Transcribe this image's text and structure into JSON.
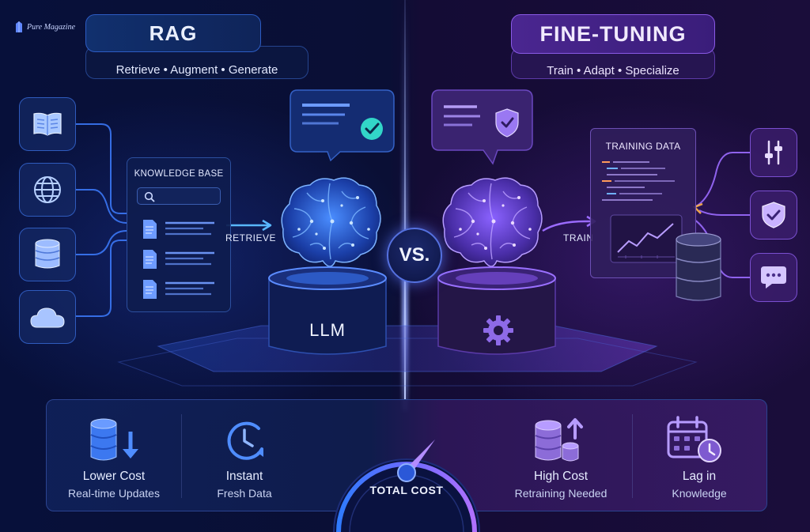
{
  "brand": {
    "name": "Pure Magazine"
  },
  "rag": {
    "title": "RAG",
    "subtitle": "Retrieve • Augment • Generate",
    "sources": [
      {
        "icon": "book-icon"
      },
      {
        "icon": "globe-icon"
      },
      {
        "icon": "database-icon"
      },
      {
        "icon": "cloud-icon"
      }
    ],
    "knowledge_base": {
      "title": "KNOWLEDGE BASE",
      "search_icon": "search-icon",
      "documents": 3
    },
    "flow_label": "RETRIEVE",
    "bubble_icon": "check-icon",
    "model_label": "LLM"
  },
  "vs_label": "VS.",
  "fine_tuning": {
    "title": "FINE-TUNING",
    "subtitle": "Train • Adapt • Specialize",
    "training_data": {
      "title": "TRAINING DATA"
    },
    "flow_label": "TRAIN",
    "bubble_icon": "shield-icon",
    "model_icon": "gear-icon",
    "tools": [
      {
        "icon": "sliders-icon"
      },
      {
        "icon": "shield-icon"
      },
      {
        "icon": "chat-icon"
      }
    ]
  },
  "bottom": {
    "rag_cost": {
      "main": "Lower Cost",
      "sub": "Real-time Updates",
      "icon": "database-down-icon"
    },
    "rag_fresh": {
      "main": "Instant",
      "sub": "Fresh Data",
      "icon": "clock-icon"
    },
    "gauge": {
      "label": "TOTAL COST"
    },
    "ft_cost": {
      "main": "High Cost",
      "sub": "Retraining Needed",
      "icon": "coins-up-icon"
    },
    "ft_lag": {
      "main": "Lag in",
      "sub": "Knowledge",
      "icon": "calendar-clock-icon"
    }
  },
  "colors": {
    "rag_accent": "#3f7bff",
    "ft_accent": "#8f5cff",
    "background": "#0a0d26"
  }
}
